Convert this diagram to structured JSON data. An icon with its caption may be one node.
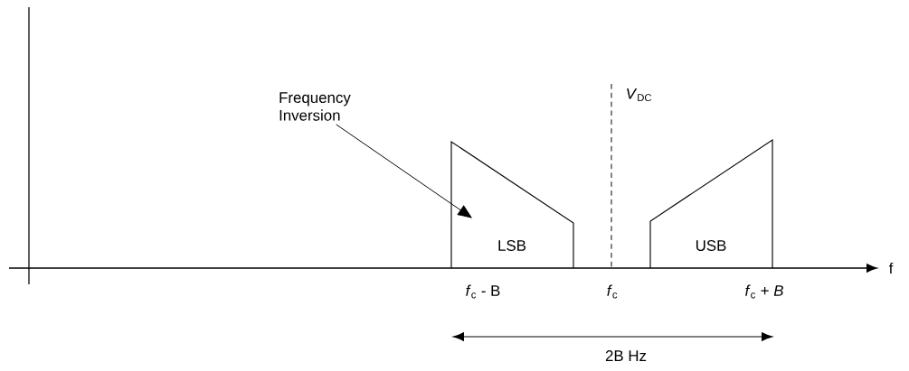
{
  "diagram": {
    "nodes": [
      {
        "text": [
          "Frequency Inversion"
        ]
      },
      {
        "text": [
          "LSB"
        ]
      },
      {
        "text": [
          "USB"
        ]
      }
    ],
    "edges": [
      {
        "from": 0,
        "to": 1,
        "arrow": "to"
      }
    ],
    "labels": [
      "*V*$_{DC}$",
      "f",
      "*f*$_{c}$ - B",
      "*f*$_{c}$",
      "*f*$_{c}$ + *B*",
      "2B Hz"
    ]
  }
}
